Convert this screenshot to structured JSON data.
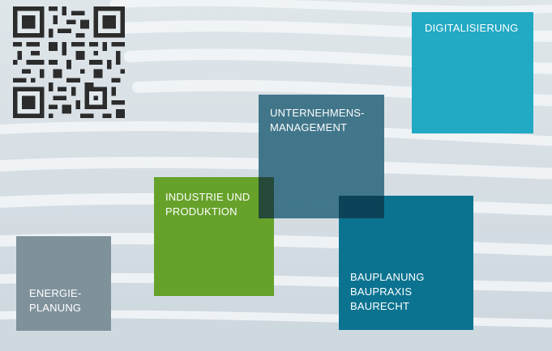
{
  "colors": {
    "background": "#d4dde3",
    "digitalisierung": "#22a9c4",
    "unternehmensmanagement": "#3b7287",
    "industrie": "#66a22a",
    "bauplanung": "#0b7390",
    "energieplanung": "#7f929c",
    "qr": "#2c2c2c"
  },
  "qr": {
    "icon": "qr-code-icon"
  },
  "tiles": {
    "digitalisierung": {
      "line1": "DIGITALISIERUNG"
    },
    "unternehmensmanagement": {
      "line1": "UNTERNEHMENS-",
      "line2": "MANAGEMENT"
    },
    "industrie": {
      "line1": "INDUSTRIE UND",
      "line2": "PRODUKTION"
    },
    "bauplanung": {
      "line1": "BAUPLANUNG",
      "line2": "BAUPRAXIS",
      "line3": "BAURECHT"
    },
    "energieplanung": {
      "line1": "ENERGIE-",
      "line2": "PLANUNG"
    }
  }
}
